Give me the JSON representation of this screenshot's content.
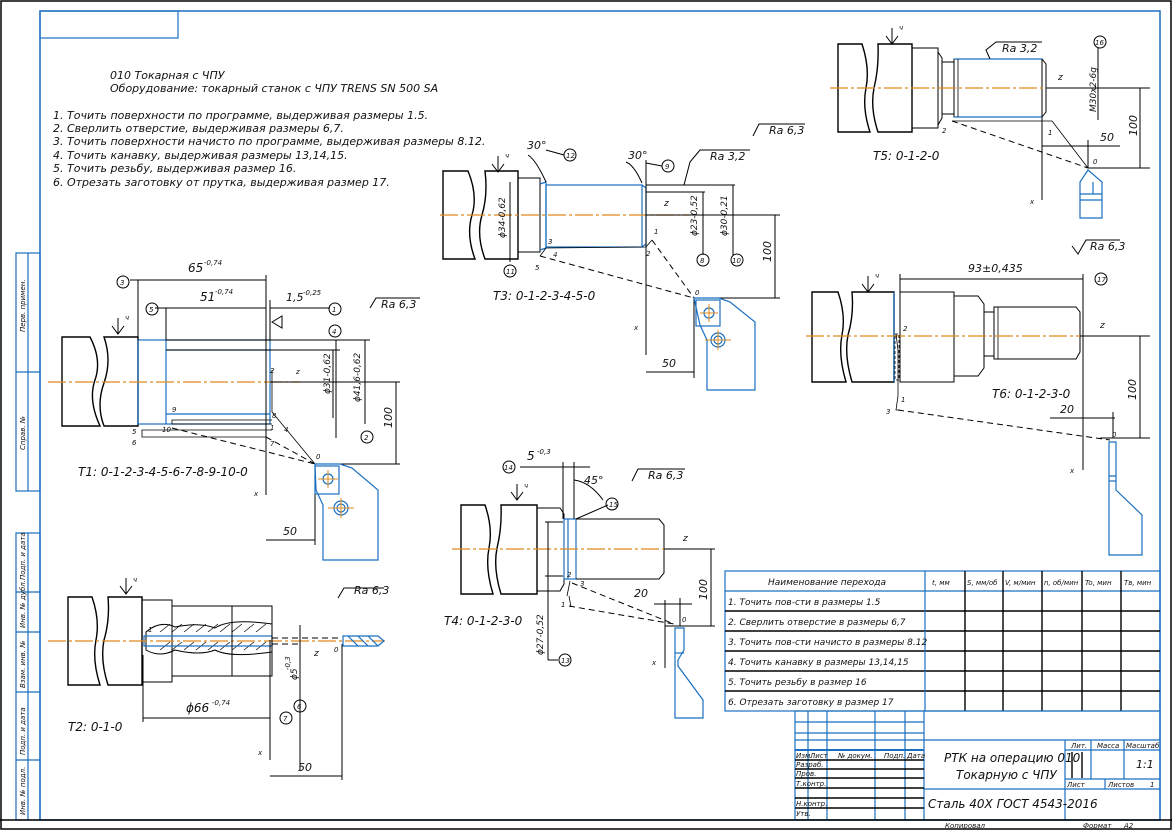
{
  "header": {
    "operation": "010 Токарная с ЧПУ",
    "equipment": "Оборудование: токарный станок с ЧПУ TRENS SN 500 SA"
  },
  "steps": [
    "1. Точить поверхности по программе, выдерживая размеры 1.5.",
    "2. Сверлить отверстие, выдерживая размеры 6,7.",
    "3. Точить поверхности начисто по программе, выдерживая размеры 8.12.",
    "4. Точить канавку, выдерживая размеры 13,14,15.",
    "5. Точить резьбу, выдерживая размер 16.",
    "6. Отрезать заготовку от прутка, выдерживая размер 17."
  ],
  "sketches": {
    "t1": {
      "caption": "T1: 0-1-2-3-4-5-6-7-8-9-10-0",
      "dims": {
        "d65": "65",
        "d65_tol": "-0,74",
        "d51": "51",
        "d51_tol": "-0,74",
        "d15": "1,5",
        "d15_tol": "-0,25",
        "dia31": "ϕ31-0,62",
        "dia41": "ϕ41,6-0,62",
        "d100": "100",
        "d50": "50"
      },
      "roughness": "Ra 6,3",
      "markers": [
        "3",
        "5",
        "1",
        "4",
        "2"
      ],
      "points": [
        "2",
        "9",
        "8",
        "10",
        "5",
        "6",
        "4",
        "1",
        "7",
        "0"
      ],
      "axes": {
        "z": "z",
        "x": "x"
      }
    },
    "t2": {
      "caption": "T2: 0-1-0",
      "dims": {
        "dia66": "ϕ66",
        "dia66_tol": "-0,74",
        "dia5": "ϕ5",
        "dia5_tol": "-0,3",
        "d50": "50"
      },
      "roughness": "Ra 6,3",
      "markers": [
        "6",
        "7"
      ],
      "points": [
        "1",
        "0"
      ],
      "axes": {
        "z": "z",
        "x": "x"
      }
    },
    "t3": {
      "caption": "T3: 0-1-2-3-4-5-0",
      "dims": {
        "angle1": "30°",
        "angle2": "30°",
        "dia34": "ϕ34-0,62",
        "dia23": "ϕ23-0,52",
        "dia30": "ϕ30-0,21",
        "d100": "100",
        "d50": "50"
      },
      "roughness": "Ra 6,3",
      "roughness_local": "Ra 3,2",
      "markers": [
        "12",
        "9",
        "11",
        "8",
        "10"
      ],
      "points": [
        "1",
        "2",
        "3",
        "4",
        "5",
        "0"
      ],
      "axes": {
        "z": "z",
        "x": "x"
      }
    },
    "t4": {
      "caption": "T4: 0-1-2-3-0",
      "dims": {
        "d5": "5",
        "d5_tol": "-0,3",
        "angle": "45°",
        "dia27": "ϕ27-0,52",
        "d20": "20",
        "d100": "100"
      },
      "roughness": "Ra 6,3",
      "markers": [
        "14",
        "15",
        "13"
      ],
      "points": [
        "2",
        "3",
        "1",
        "0"
      ],
      "axes": {
        "z": "z",
        "x": "x"
      }
    },
    "t5": {
      "caption": "T5: 0-1-2-0",
      "dims": {
        "thread": "M30x2-6g",
        "d50": "50",
        "d100": "100"
      },
      "roughness_local": "Ra 3,2",
      "markers": [
        "16"
      ],
      "points": [
        "1",
        "2",
        "0"
      ],
      "axes": {
        "z": "z",
        "x": "x"
      }
    },
    "t6": {
      "caption": "T6: 0-1-2-3-0",
      "dims": {
        "d93": "93±0,435",
        "d20": "20",
        "d100": "100"
      },
      "roughness": "Ra 6,3",
      "markers": [
        "17"
      ],
      "points": [
        "2",
        "1",
        "3",
        "0"
      ],
      "axes": {
        "z": "z",
        "x": "x"
      }
    }
  },
  "datum_mark": "ч",
  "mode_table": {
    "headers": [
      "Наименование перехода",
      "t, мм",
      "S, мм/об",
      "V, м/мин",
      "n, об/мин",
      "To, мин",
      "Тв, мин"
    ],
    "rows": [
      [
        "1. Точить пов-сти в размеры 1.5",
        "",
        "",
        "",
        "",
        "",
        ""
      ],
      [
        "2. Сверлить отверстие в размеры 6,7",
        "",
        "",
        "",
        "",
        "",
        ""
      ],
      [
        "3. Точить пов-сти начисто в размеры 8.12",
        "",
        "",
        "",
        "",
        "",
        ""
      ],
      [
        "4. Точить канавку в размеры 13,14,15",
        "",
        "",
        "",
        "",
        "",
        ""
      ],
      [
        "5. Точить резьбу в размер 16",
        "",
        "",
        "",
        "",
        "",
        ""
      ],
      [
        "6. Отрезать заготовку в размер 17",
        "",
        "",
        "",
        "",
        "",
        ""
      ]
    ]
  },
  "title_block": {
    "col_headers": [
      "Изм.",
      "Лист",
      "№ докум.",
      "Подп.",
      "Дата"
    ],
    "roles": [
      "Разраб.",
      "Пров.",
      "Т.контр.",
      "",
      "Н.контр.",
      "Утв."
    ],
    "title_line1": "РТК на операцию 010",
    "title_line2": "Токарную с ЧПУ",
    "material": "Сталь 40Х ГОСТ 4543-2016",
    "lit_label": "Лит.",
    "mass_label": "Масса",
    "scale_label": "Масштаб",
    "scale_value": "1:1",
    "sheet_label": "Лист",
    "sheets_label": "Листов",
    "sheets_value": "1",
    "copied_label": "Копировал",
    "format_label": "Формат",
    "format_value": "А2"
  },
  "side_stamp": [
    "Перв. примен.",
    "Справ. №",
    "Подп. и дата",
    "Инв. № дубл.",
    "Взам. инв. №",
    "Подп. и дата",
    "Инв. № подл."
  ]
}
